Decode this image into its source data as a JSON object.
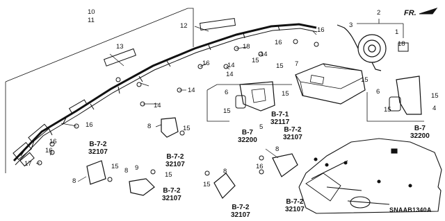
{
  "callouts": [
    "1",
    "2",
    "3",
    "4",
    "5",
    "6",
    "6",
    "7",
    "8",
    "8",
    "8",
    "8",
    "8",
    "9",
    "10",
    "11",
    "12",
    "13",
    "14",
    "14",
    "14",
    "14",
    "14",
    "15",
    "15",
    "15",
    "15",
    "15",
    "15",
    "15",
    "15",
    "15",
    "15",
    "15",
    "16",
    "16",
    "16",
    "16",
    "16",
    "16",
    "16",
    "17",
    "18",
    "18"
  ],
  "refs": [
    {
      "group": "B-7-2",
      "part": "32107"
    },
    {
      "group": "B-7-2",
      "part": "32107"
    },
    {
      "group": "B-7-2",
      "part": "32107"
    },
    {
      "group": "B-7-2",
      "part": "32107"
    },
    {
      "group": "B-7-2",
      "part": "32107"
    },
    {
      "group": "B-7-2",
      "part": "32107"
    },
    {
      "group": "B-7-1",
      "part": "32117"
    },
    {
      "group": "B-7",
      "part": "32200"
    },
    {
      "group": "B-7",
      "part": "32200"
    }
  ],
  "orientation_label": "FR.",
  "diagram_code": "SNAAB1340A",
  "colors": {
    "ink": "#111111",
    "background": "#ffffff"
  }
}
